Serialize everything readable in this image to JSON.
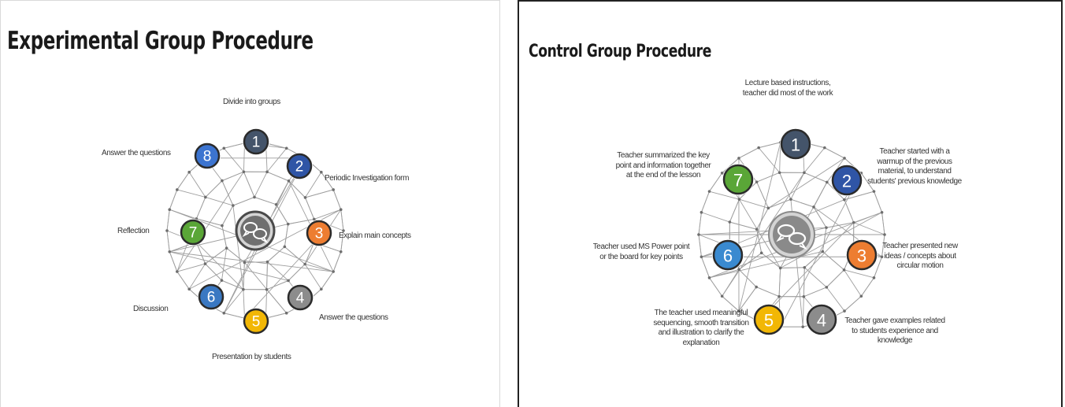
{
  "left_slide": {
    "title": "Experimental Group Procedure",
    "steps": [
      {
        "num": "1",
        "label": "Divide into groups",
        "color": "#44546a"
      },
      {
        "num": "2",
        "label": "Periodic Investigation form",
        "color": "#2f55a6"
      },
      {
        "num": "3",
        "label": "Explain main concepts",
        "color": "#ed7d31"
      },
      {
        "num": "4",
        "label": "Answer the questions",
        "color": "#8c8c8c"
      },
      {
        "num": "5",
        "label": "Presentation by students",
        "color": "#f2b705"
      },
      {
        "num": "6",
        "label": "Discussion",
        "color": "#3a78c2"
      },
      {
        "num": "7",
        "label": "Reflection",
        "color": "#5aa637"
      },
      {
        "num": "8",
        "label": "Answer the questions",
        "color": "#3c74d0"
      }
    ],
    "center_icon": "speech-bubbles-icon"
  },
  "right_slide": {
    "title": "Control Group Procedure",
    "steps": [
      {
        "num": "1",
        "label": "Lecture based instructions, teacher did most of the work",
        "color": "#44546a"
      },
      {
        "num": "2",
        "label": "Teacher started with a warmup of the previous material, to understand students' previous knowledge",
        "color": "#2f55a6"
      },
      {
        "num": "3",
        "label": "Teacher presented new ideas / concepts about circular motion",
        "color": "#ed7d31"
      },
      {
        "num": "4",
        "label": "Teacher gave examples related to students experience and knowledge",
        "color": "#8c8c8c"
      },
      {
        "num": "5",
        "label": "The teacher used meaningful sequencing, smooth transition and illustration to clarify the explanation",
        "color": "#f2b705"
      },
      {
        "num": "6",
        "label": "Teacher used MS Power point or the board for key points",
        "color": "#3a8ad0"
      },
      {
        "num": "7",
        "label": "Teacher summarized the key point and information together at the end of the lesson",
        "color": "#5aa637"
      }
    ],
    "center_icon": "speech-bubbles-icon"
  }
}
